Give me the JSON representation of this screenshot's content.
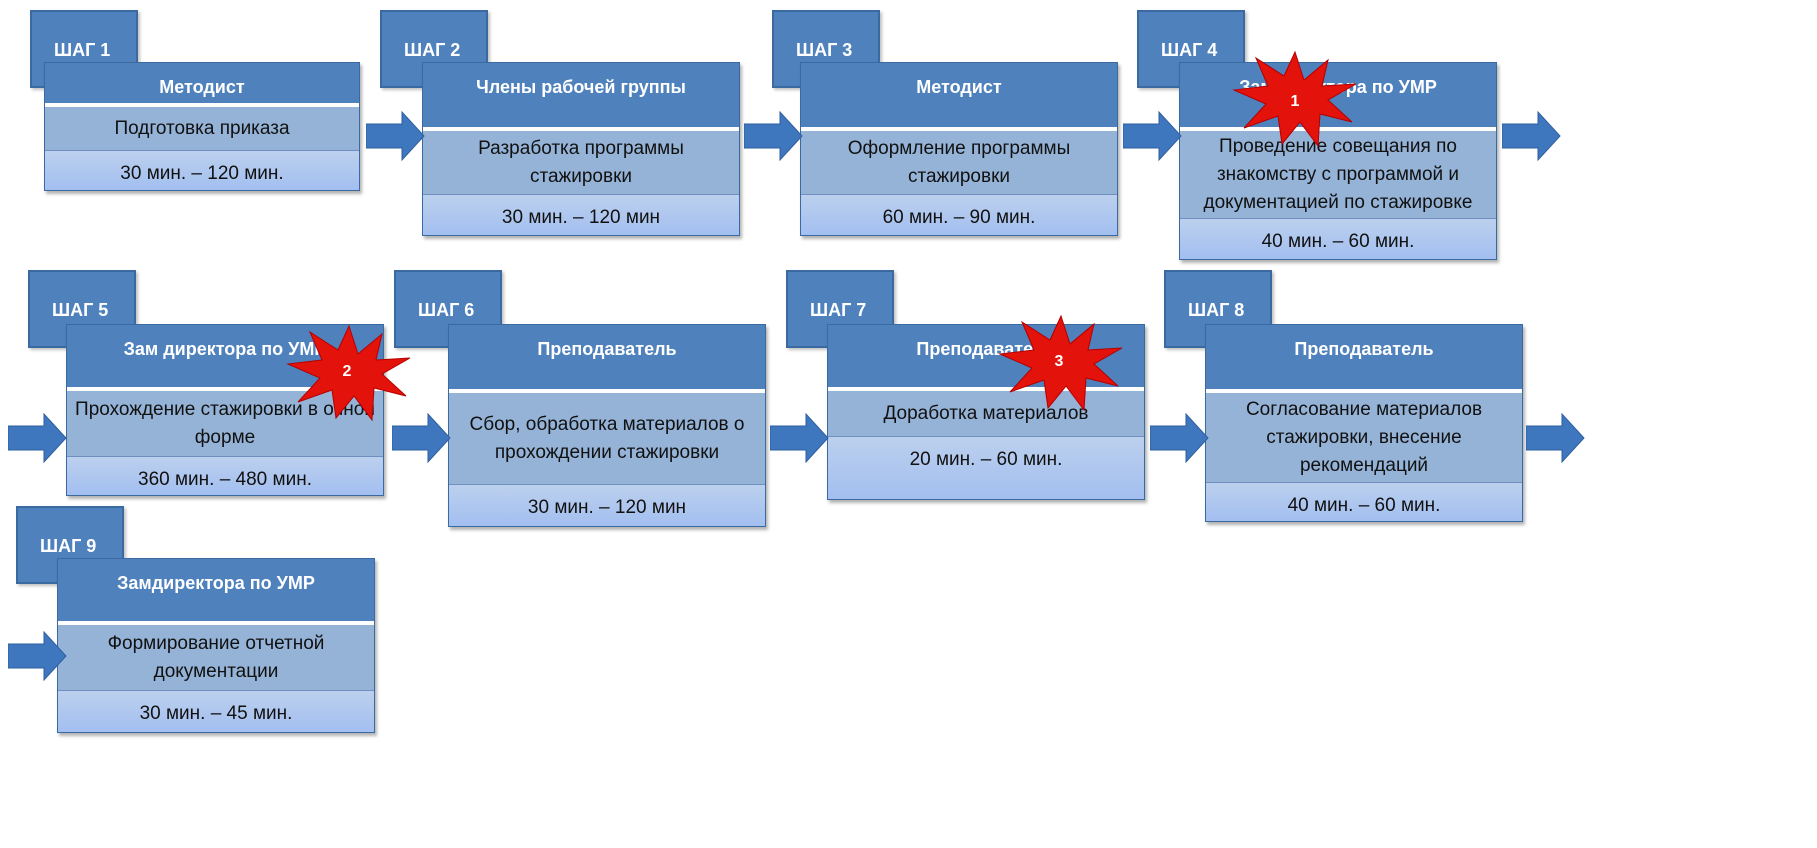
{
  "steps": [
    {
      "tab": "ШАГ 1",
      "role": "Методист",
      "task": "Подготовка приказа",
      "time": "30 мин. – 120 мин."
    },
    {
      "tab": "ШАГ 2",
      "role": "Члены рабочей группы",
      "task": "Разработка программы стажировки",
      "time": "30 мин. – 120 мин"
    },
    {
      "tab": "ШАГ 3",
      "role": "Методист",
      "task": "Оформление программы стажировки",
      "time": "60 мин. – 90 мин."
    },
    {
      "tab": "ШАГ 4",
      "role": "Замдиректора по УМР",
      "task": "Проведение совещания по знакомству с программой и документацией по стажировке",
      "time": "40 мин. – 60 мин."
    },
    {
      "tab": "ШАГ 5",
      "role": "Зам директора по УМР",
      "task": "Прохождение стажировки в очной форме",
      "time": "360 мин. – 480 мин."
    },
    {
      "tab": "ШАГ 6",
      "role": "Преподаватель",
      "task": "Сбор, обработка материалов о прохождении стажировки",
      "time": "30 мин. – 120 мин"
    },
    {
      "tab": "ШАГ 7",
      "role": "Преподаватель",
      "task": "Доработка материалов",
      "time": "20 мин. –  60 мин."
    },
    {
      "tab": "ШАГ 8",
      "role": "Преподаватель",
      "task": "Согласование материалов стажировки, внесение рекомендаций",
      "time": "40 мин. – 60 мин."
    },
    {
      "tab": "ШАГ 9",
      "role": "Замдиректора по УМР",
      "task": "Формирование отчетной документации",
      "time": "30 мин. – 45 мин."
    }
  ],
  "markers": [
    "1",
    "2",
    "3"
  ],
  "colors": {
    "header": "#4f81bd",
    "task": "#95b3d7",
    "time": "#a3bff0",
    "arrow": "#3f77bf",
    "burst": "#e3120b"
  }
}
